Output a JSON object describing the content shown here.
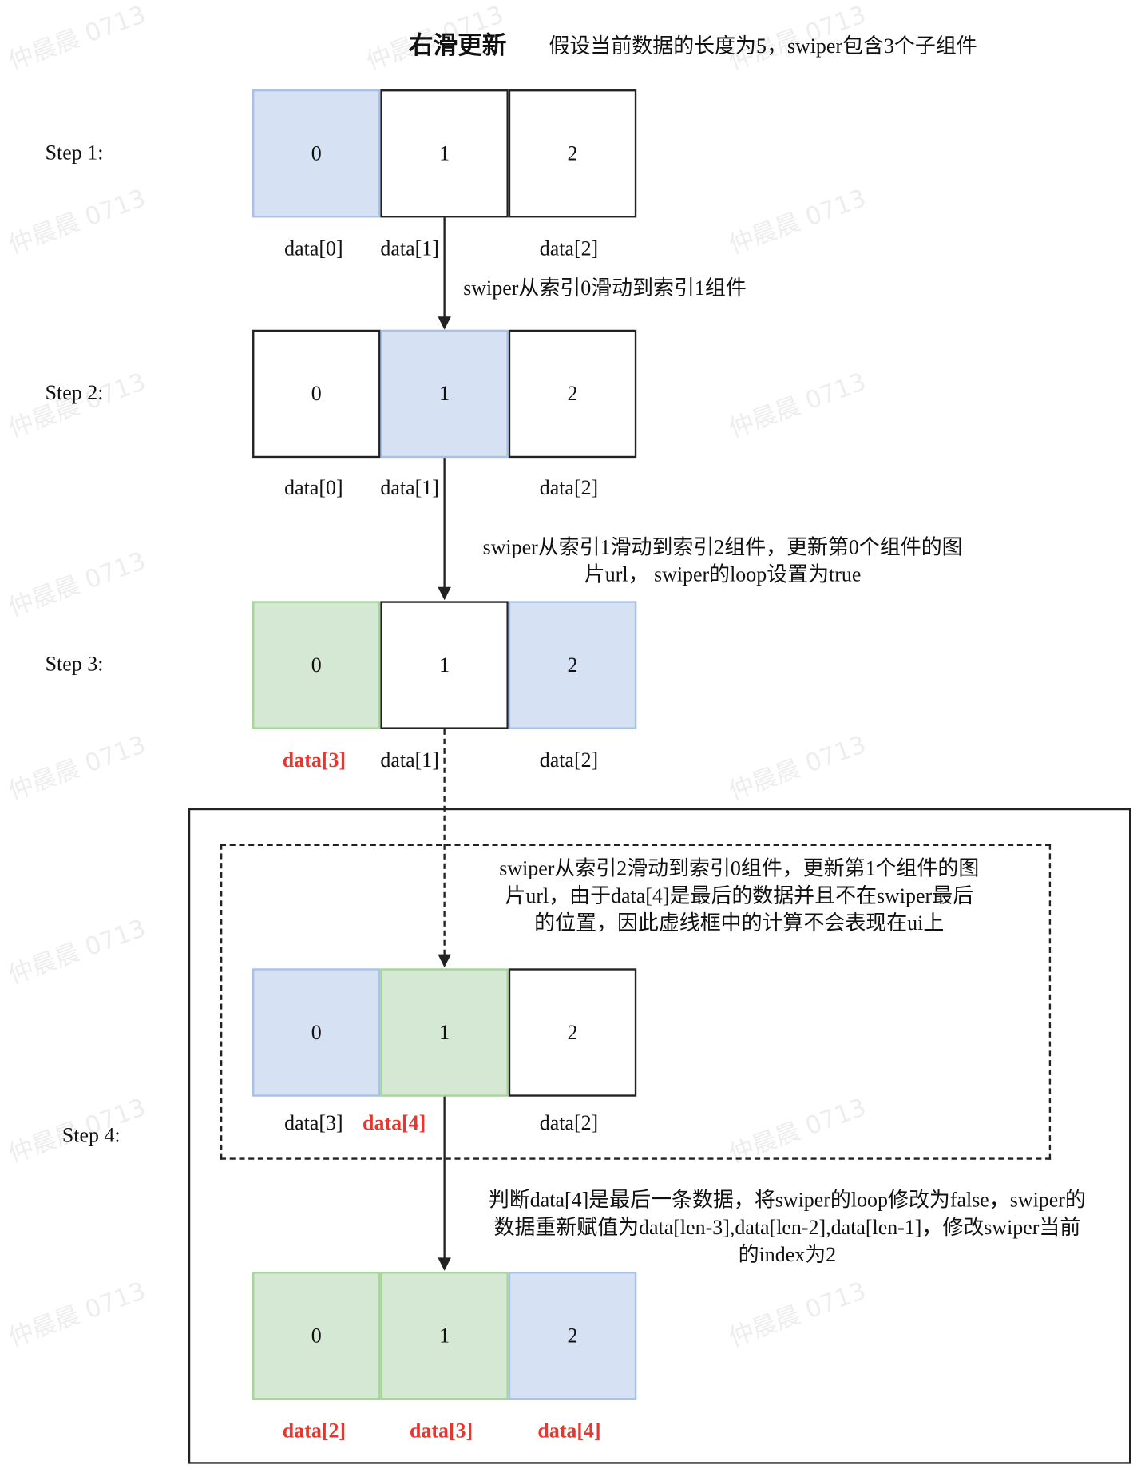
{
  "title": "右滑更新",
  "subtitle": "假设当前数据的长度为5，swiper包含3个子组件",
  "watermark": "仲晨晨 0713",
  "colors": {
    "active_blue": "#d6e2f3",
    "updated_green": "#d5e8d4",
    "highlight_red": "#e8352e"
  },
  "steps": [
    {
      "label": "Step 1:",
      "cells": [
        "0",
        "1",
        "2"
      ],
      "data": [
        "data[0]",
        "data[1]",
        "data[2]"
      ]
    },
    {
      "label": "Step 2:",
      "cells": [
        "0",
        "1",
        "2"
      ],
      "data": [
        "data[0]",
        "data[1]",
        "data[2]"
      ]
    },
    {
      "label": "Step 3:",
      "cells": [
        "0",
        "1",
        "2"
      ],
      "data": [
        "data[3]",
        "data[1]",
        "data[2]"
      ]
    },
    {
      "label": "Step 4:",
      "cells": [
        "0",
        "1",
        "2"
      ],
      "data": [
        "data[3]",
        "data[4]",
        "data[2]"
      ]
    },
    {
      "cells": [
        "0",
        "1",
        "2"
      ],
      "data": [
        "data[2]",
        "data[3]",
        "data[4]"
      ]
    }
  ],
  "notes": {
    "n1": "swiper从索引0滑动到索引1组件",
    "n2a": "swiper从索引1滑动到索引2组件，更新第0个组件的图",
    "n2b": "片url， swiper的loop设置为true",
    "n3a": "swiper从索引2滑动到索引0组件，更新第1个组件的图",
    "n3b": "片url，由于data[4]是最后的数据并且不在swiper最后",
    "n3c": "的位置，因此虚线框中的计算不会表现在ui上",
    "n4a": "判断data[4]是最后一条数据，将swiper的loop修改为false，swiper的",
    "n4b": "数据重新赋值为data[len-3],data[len-2],data[len-1]，修改swiper当前",
    "n4c": "的index为2"
  }
}
